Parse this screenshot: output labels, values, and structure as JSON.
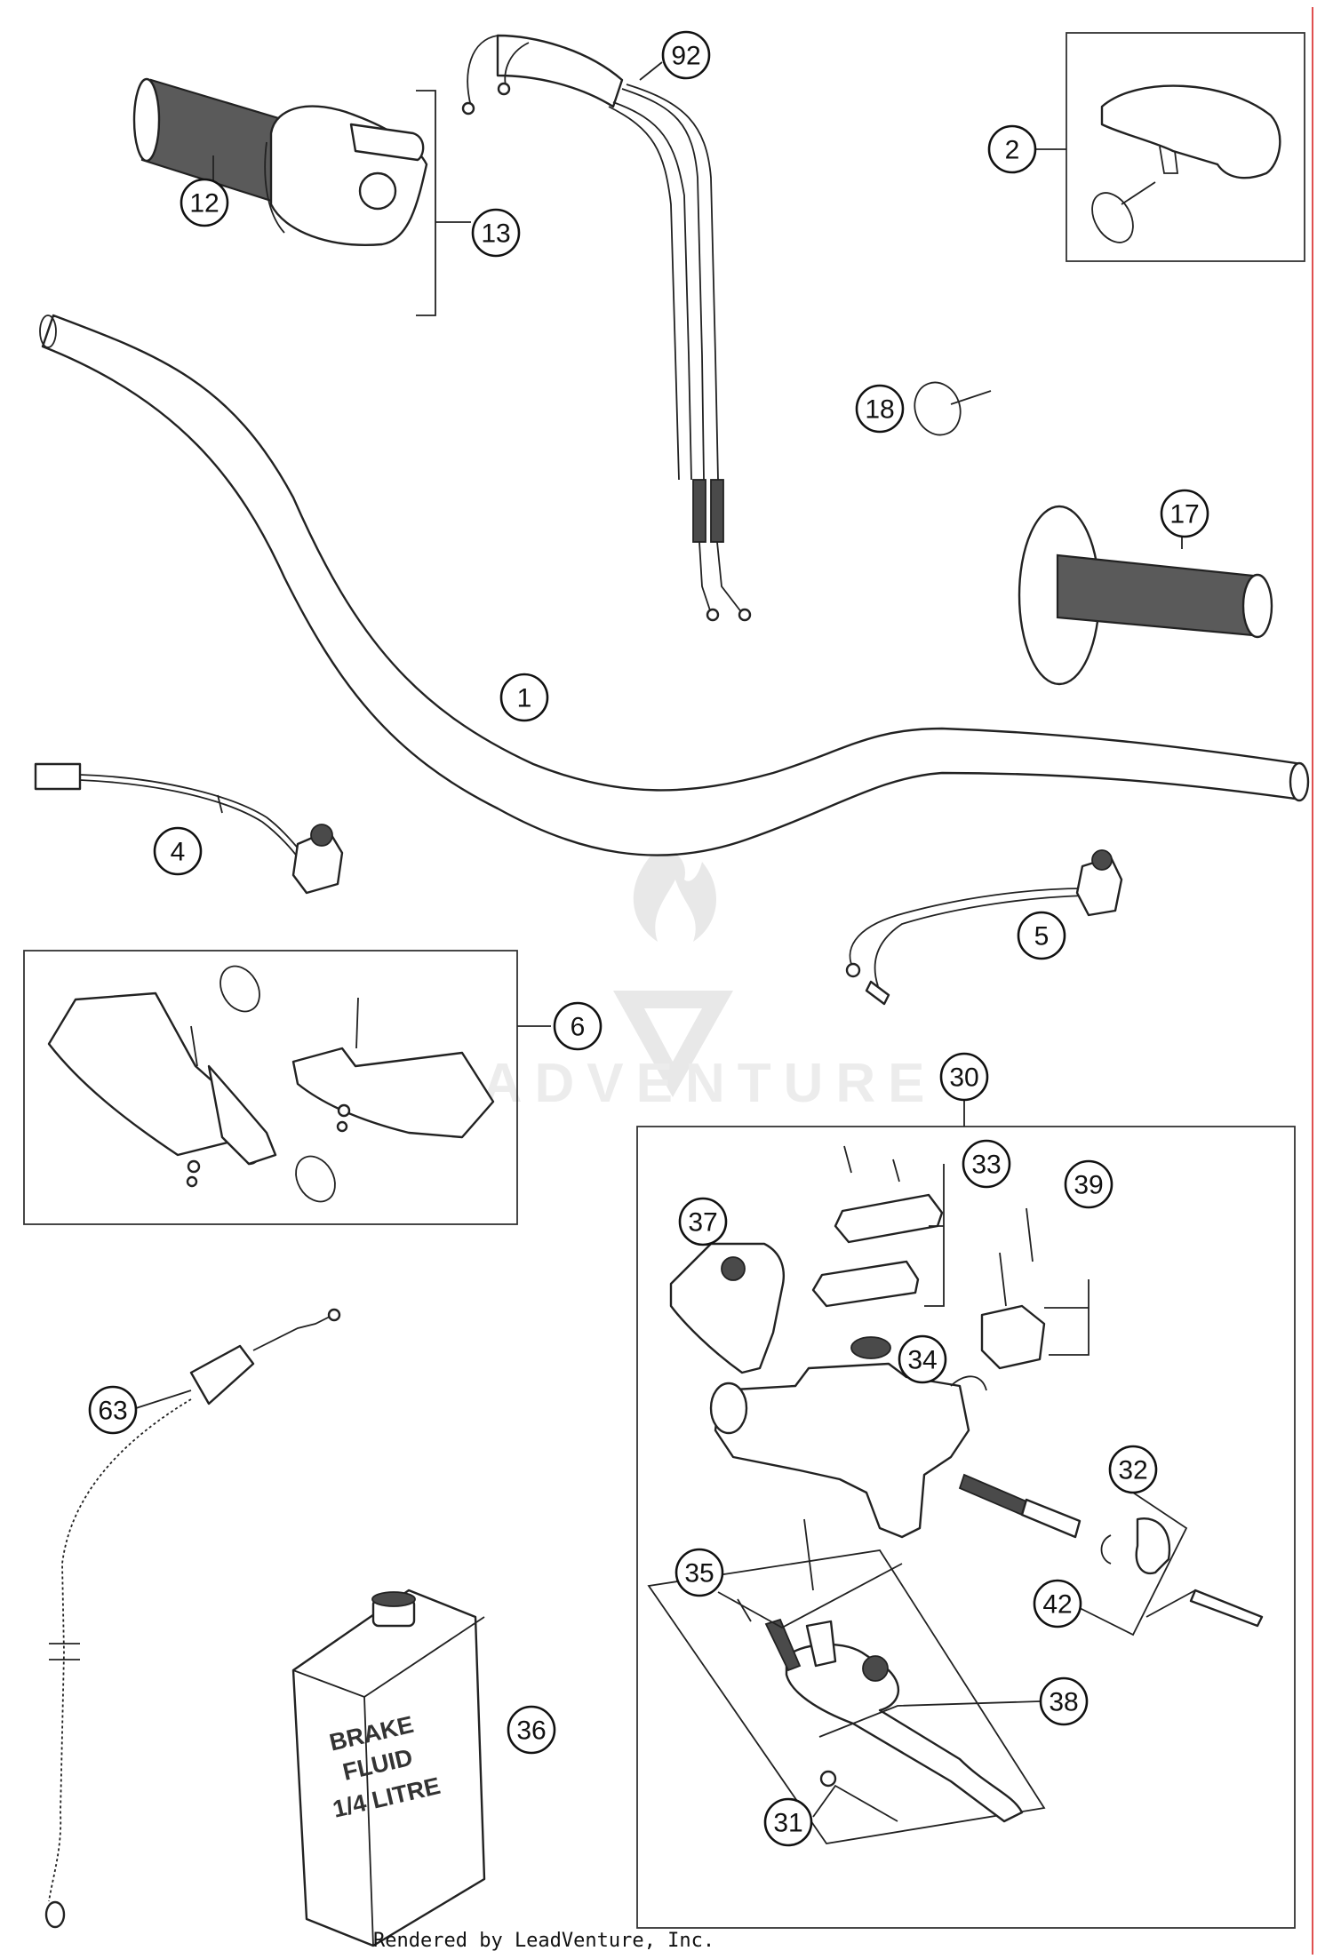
{
  "diagram": {
    "callouts": [
      {
        "id": "c1",
        "label": "1"
      },
      {
        "id": "c2",
        "label": "2"
      },
      {
        "id": "c4",
        "label": "4"
      },
      {
        "id": "c5",
        "label": "5"
      },
      {
        "id": "c6",
        "label": "6"
      },
      {
        "id": "c12",
        "label": "12"
      },
      {
        "id": "c13",
        "label": "13"
      },
      {
        "id": "c17",
        "label": "17"
      },
      {
        "id": "c18",
        "label": "18"
      },
      {
        "id": "c30",
        "label": "30"
      },
      {
        "id": "c31",
        "label": "31"
      },
      {
        "id": "c32",
        "label": "32"
      },
      {
        "id": "c33",
        "label": "33"
      },
      {
        "id": "c34",
        "label": "34"
      },
      {
        "id": "c35",
        "label": "35"
      },
      {
        "id": "c36",
        "label": "36"
      },
      {
        "id": "c37",
        "label": "37"
      },
      {
        "id": "c38",
        "label": "38"
      },
      {
        "id": "c39",
        "label": "39"
      },
      {
        "id": "c42",
        "label": "42"
      },
      {
        "id": "c63",
        "label": "63"
      },
      {
        "id": "c92",
        "label": "92"
      }
    ],
    "bottle_label": [
      "BRAKE",
      "FLUID",
      "1/4 LITRE"
    ],
    "watermark": "LEADVENTURE",
    "colors": {
      "line": "#222222",
      "margin_rule": "#e05050",
      "watermark": "#e8e8e8"
    }
  },
  "footer": {
    "credit": "Rendered by LeadVenture, Inc."
  }
}
